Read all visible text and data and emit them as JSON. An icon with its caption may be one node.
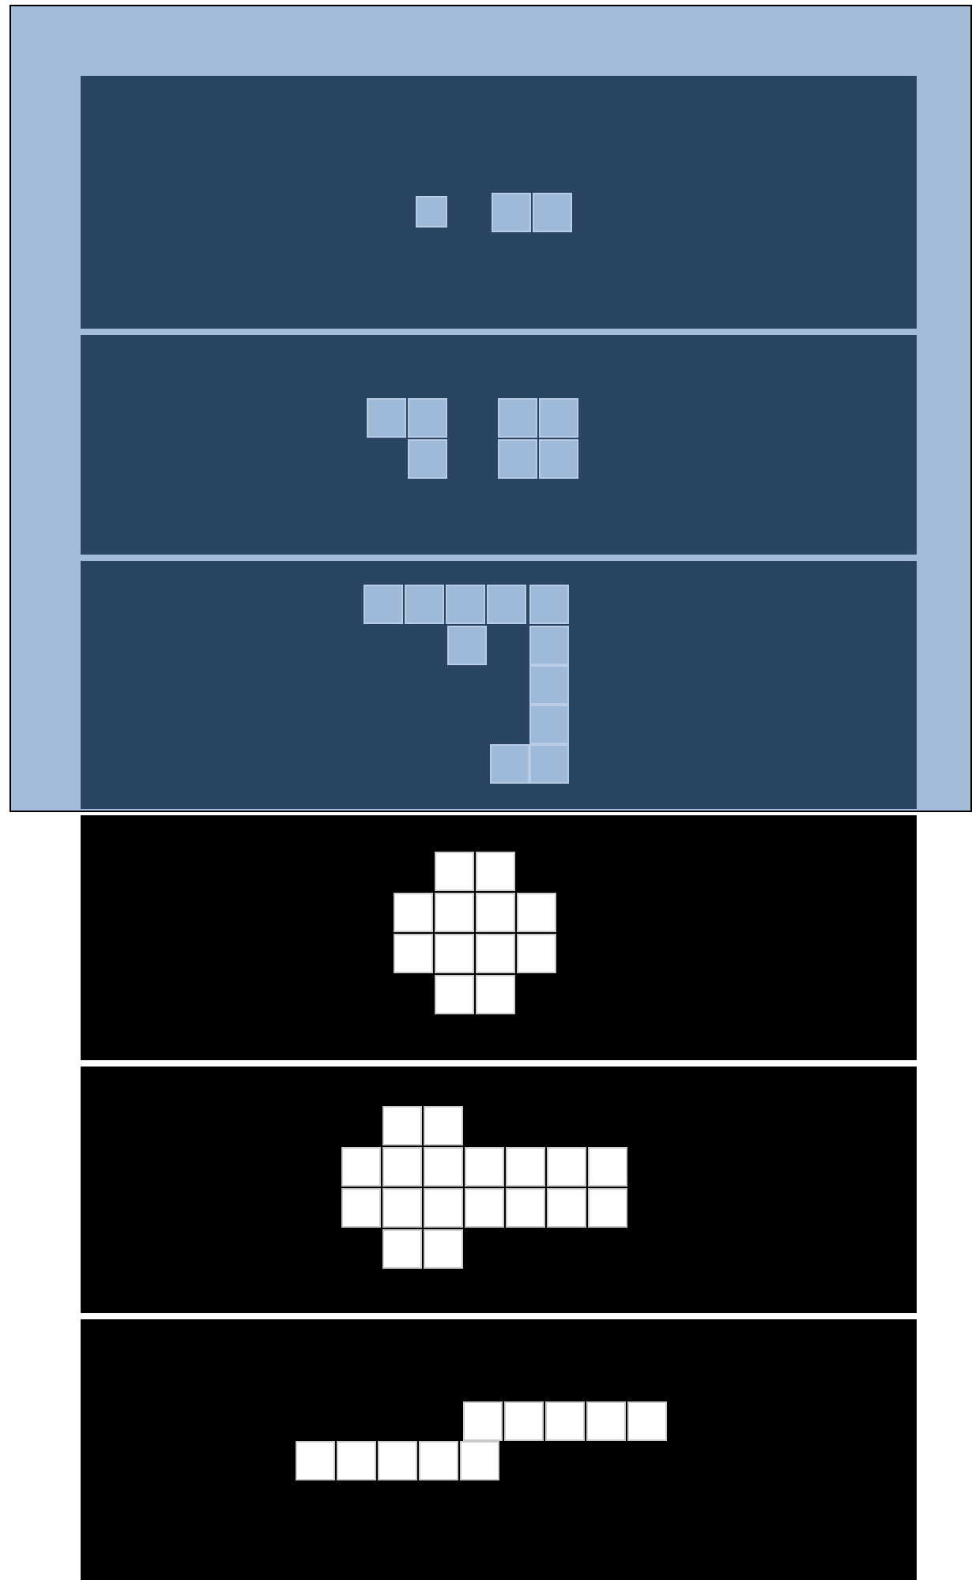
{
  "diagram": {
    "nodes": [
      {
        "text": [],
        "shape": "box"
      },
      {
        "text": [],
        "shape": "box",
        "in": 0
      },
      {
        "text": [],
        "shape": "box",
        "in": 0
      },
      {
        "text": [],
        "shape": "box",
        "in": 0
      },
      {
        "text": [],
        "shape": "box"
      },
      {
        "text": [],
        "shape": "box"
      },
      {
        "text": [],
        "shape": "box"
      }
    ]
  }
}
